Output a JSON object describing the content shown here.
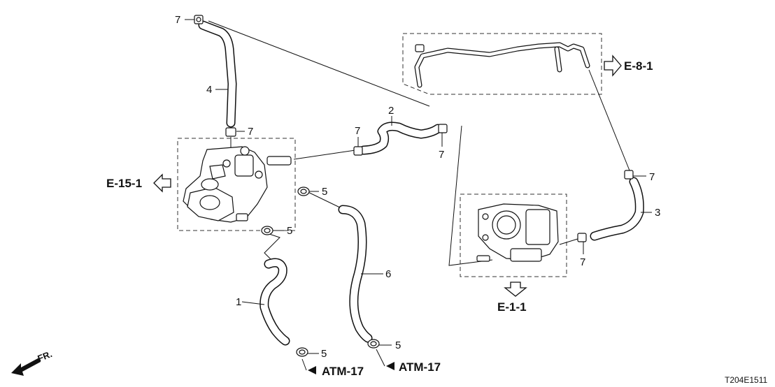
{
  "callouts": {
    "c7_top": "7",
    "c4": "4",
    "c7_tank": "7",
    "c7_mid": "7",
    "c2": "2",
    "c7_right_mid": "7",
    "c5_a": "5",
    "c5_b": "5",
    "c1": "1",
    "c6": "6",
    "c5_c": "5",
    "c5_d": "5",
    "c7_tb": "7",
    "c7_pipe": "7",
    "c3": "3"
  },
  "references": {
    "e15": "E-15-1",
    "e81": "E-8-1",
    "e11": "E-1-1",
    "atm_left": "ATM-17",
    "atm_right": "ATM-17"
  },
  "direction_label": "FR.",
  "diagram_code": "T204E1511"
}
